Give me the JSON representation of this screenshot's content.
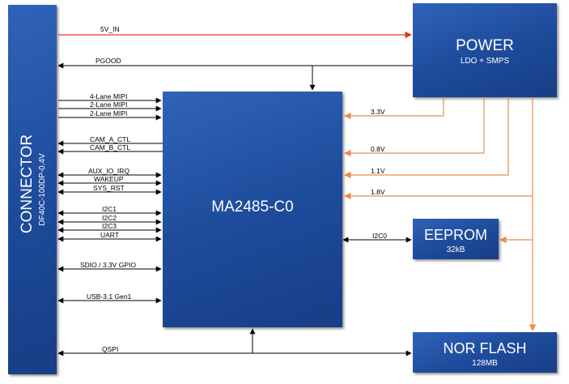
{
  "blocks": {
    "connector": {
      "title": "CONNECTOR",
      "subtitle": "DF40C-100DP-0.4V"
    },
    "soc": {
      "title": "MA2485-C0"
    },
    "power": {
      "title": "POWER",
      "subtitle": "LDO + SMPS"
    },
    "eeprom": {
      "title": "EEPROM",
      "subtitle": "32kB"
    },
    "nor": {
      "title": "NOR FLASH",
      "subtitle": "128MB"
    }
  },
  "signals": {
    "v5_in": "5V_IN",
    "pgood": "PGOOD",
    "mipi4": "4-Lane MIPI",
    "mipi2a": "2-Lane MIPI",
    "mipi2b": "2-Lane MIPI",
    "cam_a": "CAM_A_CTL",
    "cam_b": "CAM_B_CTL",
    "aux_io": "AUX_IO_IRQ",
    "wakeup": "WAKEUP",
    "sys_rst": "SYS_RST",
    "i2c1": "I2C1",
    "i2c2": "I2C2",
    "i2c3": "I2C3",
    "uart": "UART",
    "sdio": "SDIO / 3.3V GPIO",
    "usb": "USB-3.1 Gen1",
    "qspi": "QSPI",
    "i2c0": "I2C0"
  },
  "rails": {
    "v33": "3.3V",
    "v08": "0.8V",
    "v11": "1.1V",
    "v18": "1.8V"
  },
  "colors": {
    "block": "#1d4a9a",
    "power_line": "#e8341c",
    "rail_line": "#f08a4b",
    "signal_line": "#000000"
  }
}
